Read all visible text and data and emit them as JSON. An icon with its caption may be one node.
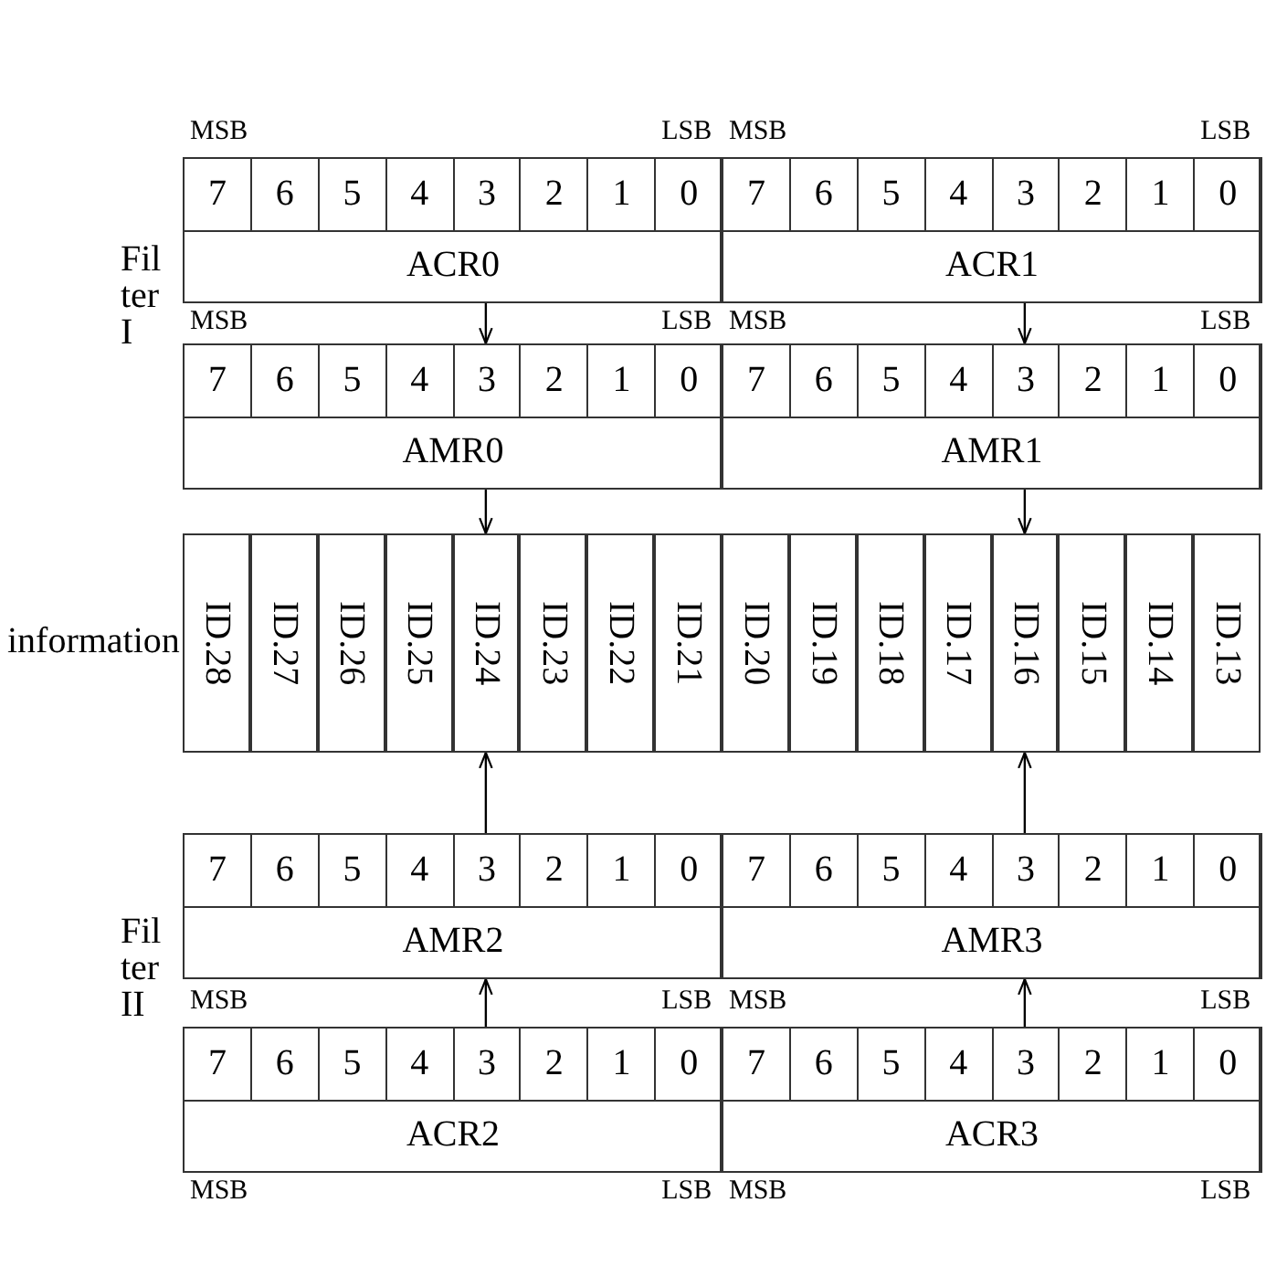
{
  "diagram": {
    "nodes": [
      {
        "text": [
          "7",
          "6",
          "5",
          "4",
          "3",
          "2",
          "1",
          "0",
          "ACR0"
        ]
      },
      {
        "text": [
          "7",
          "6",
          "5",
          "4",
          "3",
          "2",
          "1",
          "0",
          "ACR1"
        ]
      },
      {
        "text": [
          "7",
          "6",
          "5",
          "4",
          "3",
          "2",
          "1",
          "0",
          "AMR0"
        ]
      },
      {
        "text": [
          "7",
          "6",
          "5",
          "4",
          "3",
          "2",
          "1",
          "0",
          "AMR1"
        ]
      },
      {
        "text": [
          "ID.28"
        ]
      },
      {
        "text": [
          "ID.27"
        ]
      },
      {
        "text": [
          "ID.26"
        ]
      },
      {
        "text": [
          "ID.25"
        ]
      },
      {
        "text": [
          "ID.24"
        ]
      },
      {
        "text": [
          "ID.23"
        ]
      },
      {
        "text": [
          "ID.22"
        ]
      },
      {
        "text": [
          "ID.21"
        ]
      },
      {
        "text": [
          "ID.20"
        ]
      },
      {
        "text": [
          "ID.19"
        ]
      },
      {
        "text": [
          "ID.18"
        ]
      },
      {
        "text": [
          "ID.17"
        ]
      },
      {
        "text": [
          "ID.16"
        ]
      },
      {
        "text": [
          "ID.15"
        ]
      },
      {
        "text": [
          "ID.14"
        ]
      },
      {
        "text": [
          "ID.13"
        ]
      },
      {
        "text": [
          "7",
          "6",
          "5",
          "4",
          "3",
          "2",
          "1",
          "0",
          "AMR2"
        ]
      },
      {
        "text": [
          "7",
          "6",
          "5",
          "4",
          "3",
          "2",
          "1",
          "0",
          "AMR3"
        ]
      },
      {
        "text": [
          "7",
          "6",
          "5",
          "4",
          "3",
          "2",
          "1",
          "0",
          "ACR2"
        ]
      },
      {
        "text": [
          "7",
          "6",
          "5",
          "4",
          "3",
          "2",
          "1",
          "0",
          "ACR3"
        ]
      }
    ],
    "edges": [
      {
        "from": 0,
        "to": 2,
        "arrow": "to"
      },
      {
        "from": 1,
        "to": 3,
        "arrow": "to"
      },
      {
        "from": 2,
        "to": 8,
        "arrow": "to"
      },
      {
        "from": 3,
        "to": 16,
        "arrow": "to"
      },
      {
        "from": 20,
        "to": 8,
        "arrow": "to"
      },
      {
        "from": 21,
        "to": 16,
        "arrow": "to"
      },
      {
        "from": 22,
        "to": 20,
        "arrow": "to"
      },
      {
        "from": 23,
        "to": 21,
        "arrow": "to"
      }
    ],
    "labels": [
      "MSB",
      "LSB",
      "MSB",
      "LSB",
      "Filter I",
      "MSB",
      "LSB",
      "MSB",
      "LSB",
      "information",
      "Filter II",
      "MSB",
      "LSB",
      "MSB",
      "LSB",
      "MSB",
      "LSB",
      "MSB",
      "LSB"
    ]
  }
}
